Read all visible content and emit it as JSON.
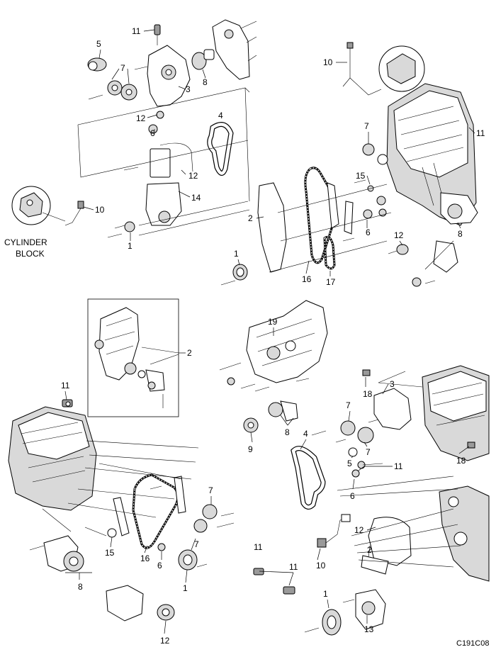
{
  "figure_code": "C191C08",
  "cylinder_block_label": [
    "CYLINDER",
    "BLOCK"
  ],
  "callouts": {
    "tl": [
      "11",
      "5",
      "7",
      "3",
      "8",
      "12",
      "6",
      "4",
      "12",
      "14",
      "10",
      "1"
    ],
    "tr": [
      "10",
      "11",
      "7",
      "15",
      "2",
      "6",
      "12",
      "8",
      "1",
      "16",
      "17"
    ],
    "ml": [
      "2"
    ],
    "mr": [
      "19"
    ],
    "bl": [
      "11",
      "7",
      "15",
      "16",
      "6",
      "7",
      "1",
      "8",
      "12"
    ],
    "br": [
      "3",
      "18",
      "7",
      "9",
      "8",
      "4",
      "5",
      "7",
      "11",
      "18",
      "6",
      "12",
      "2",
      "11",
      "10",
      "11",
      "1",
      "13"
    ]
  }
}
